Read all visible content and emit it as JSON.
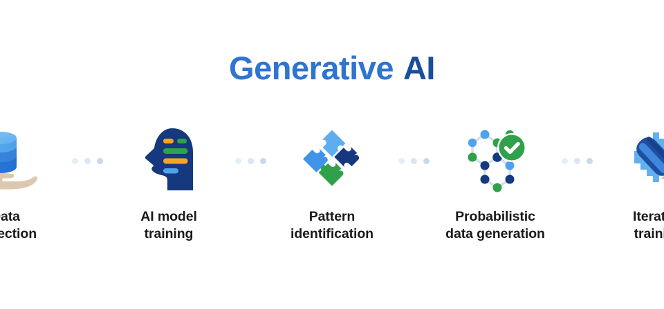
{
  "title": {
    "primary": "Generative",
    "accent": "AI",
    "primary_color": "#2F74D0",
    "accent_color": "#1B4E9B"
  },
  "steps": [
    {
      "icon": "database-hand-icon",
      "label": "Data\ncollection",
      "label_line1": "Data",
      "label_line2": "collection"
    },
    {
      "icon": "head-profile-bars-icon",
      "label": "AI model\ntraining",
      "label_line1": "AI model",
      "label_line2": "training"
    },
    {
      "icon": "puzzle-pieces-icon",
      "label": "Pattern\nidentification",
      "label_line1": "Pattern",
      "label_line2": "identification"
    },
    {
      "icon": "network-nodes-check-icon",
      "label": "Probabilistic\ndata generation",
      "label_line1": "Probabilistic",
      "label_line2": "data generation"
    },
    {
      "icon": "pencil-gear-icon",
      "label": "Iterative\ntraining",
      "label_line1": "Iterative",
      "label_line2": "training"
    }
  ],
  "connector": {
    "icon": "three-dots-separator",
    "dot_count": 3,
    "color": "#C9D8EC"
  },
  "palette": {
    "background": "#FFFFFF",
    "label_text": "#19181A",
    "blue_light": "#58A6F0",
    "blue_mid": "#2F7BE0",
    "blue_dark": "#1B4E9B",
    "navy": "#15387E",
    "green": "#2FA14A",
    "green_bright": "#34A853",
    "amber": "#F2A81D",
    "skin": "#DCC8AE",
    "cuff": "#1D2440"
  }
}
